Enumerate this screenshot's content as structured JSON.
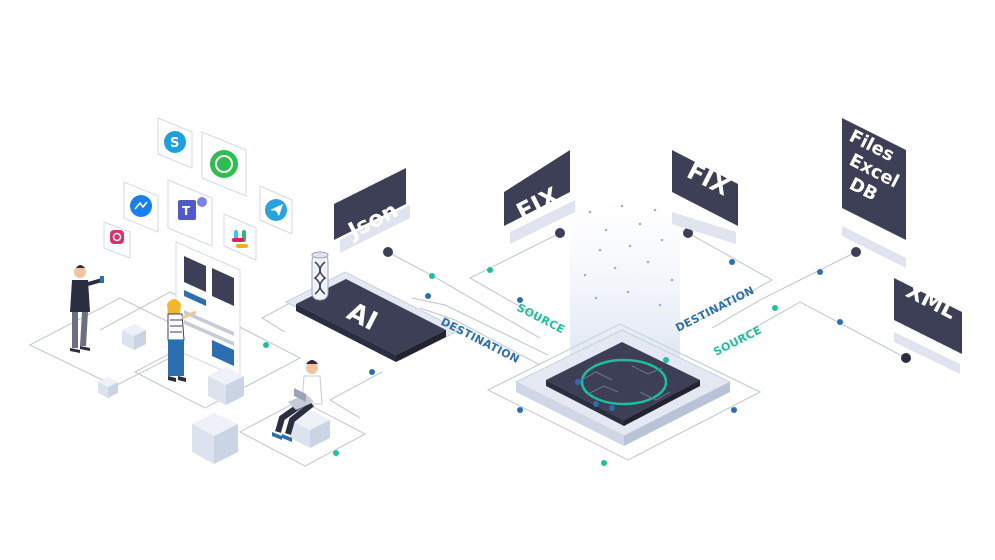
{
  "signs": {
    "json": "Json",
    "fix_left": "FIX",
    "fix_right": "FIX",
    "files_line1": "Files",
    "files_line2": "Excel",
    "files_line3": "DB",
    "xml": "XML"
  },
  "ai_label": "AI",
  "flow_labels": {
    "destination_left": "DESTINATION",
    "source_left": "SOURCE",
    "destination_right": "DESTINATION",
    "source_right": "SOURCE"
  },
  "app_icons": [
    "skype-icon",
    "whatsapp-icon",
    "messenger-icon",
    "teams-icon",
    "telegram-icon",
    "instagram-icon",
    "slack-icon"
  ],
  "colors": {
    "navy": "#3d3f57",
    "navy_dark": "#2b2d40",
    "destination_blue": "#2c6fb0",
    "source_teal": "#1fbf9c",
    "line_gray": "#c7cbd6"
  }
}
